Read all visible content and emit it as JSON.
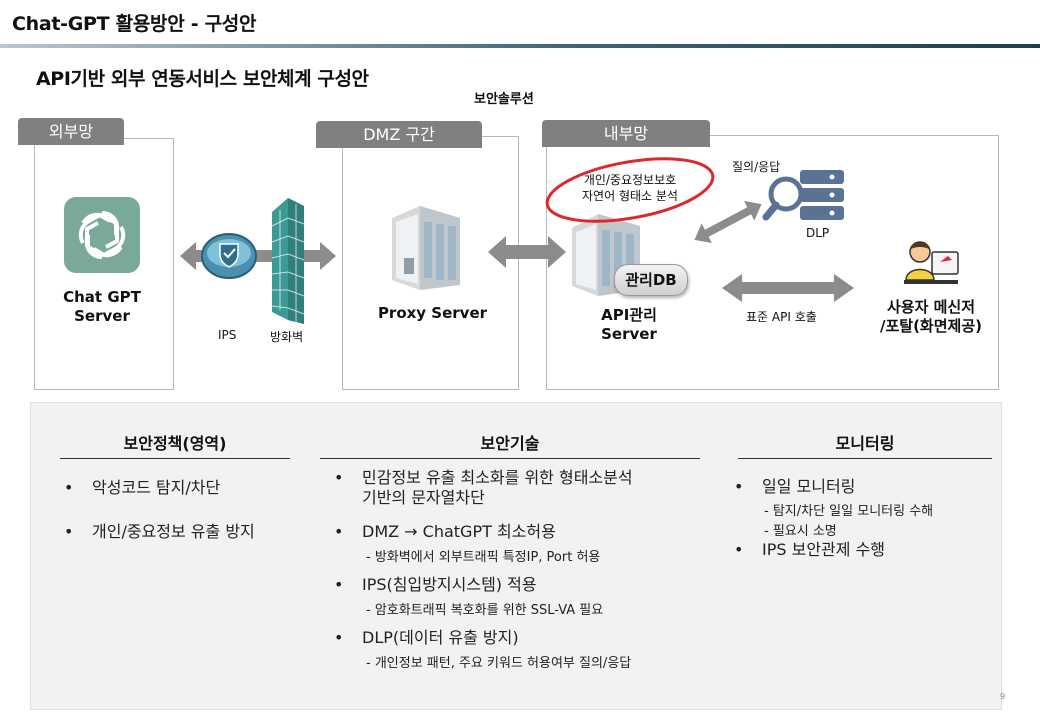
{
  "header": {
    "title": "Chat-GPT 활용방안  - 구성안",
    "subtitle": "API기반 외부 연동서비스 보안체계 구성안"
  },
  "diagram": {
    "solution_label": "보안솔루션",
    "zones": {
      "external": "외부망",
      "dmz": "DMZ 구간",
      "internal": "내부망"
    },
    "nodes": {
      "chatgpt_server": [
        "Chat GPT",
        "Server"
      ],
      "ips": "IPS",
      "firewall": "방화벽",
      "proxy_server": "Proxy Server",
      "api_server": [
        "API관리",
        "Server"
      ],
      "mgmt_db": "관리DB",
      "dlp": "DLP",
      "user": [
        "사용자 메신저",
        "/포탈(화면제공)"
      ]
    },
    "annotations": {
      "privacy_note": [
        "개인/중요정보보호",
        "자연어 형태소 분석"
      ],
      "query_response": "질의/응답",
      "std_api_call": "표준 API 호출"
    }
  },
  "columns": {
    "policy": {
      "header": "보안정책(영역)",
      "items": [
        "악성코드 탐지/차단",
        "개인/중요정보 유출 방지"
      ]
    },
    "tech": {
      "header": "보안기술",
      "items": [
        {
          "text": [
            "민감정보 유출 최소화를 위한 형태소분석",
            "기반의 문자열차단"
          ],
          "sub": ""
        },
        {
          "text": [
            "DMZ → ChatGPT 최소허용"
          ],
          "sub": "- 방화벽에서 외부트래픽 특정IP, Port 허용"
        },
        {
          "text": [
            "IPS(침입방지시스템) 적용"
          ],
          "sub": "- 암호화트래픽 복호화를 위한 SSL-VA 필요"
        },
        {
          "text": [
            "DLP(데이터 유출 방지)"
          ],
          "sub": "- 개인정보 패턴, 주요 키워드 허용여부 질의/응답"
        }
      ]
    },
    "monitoring": {
      "header": "모니터링",
      "items": [
        {
          "text": "일일 모니터링",
          "subs": [
            "- 탐지/차단 일일 모니터링 수해",
            "- 필요시 소명"
          ]
        },
        {
          "text": "IPS 보안관제 수행",
          "subs": []
        }
      ]
    }
  },
  "footer": {
    "page_number": "9"
  },
  "colors": {
    "tab_gray": "#808080",
    "arrow_gray": "#8c8c8c",
    "chatgpt_green": "#7aa99a",
    "firewall_teal": "#4ea9a4",
    "highlight_red": "#e0262b",
    "dlp_blue": "#5a7394",
    "panel_bg": "#f2f2f2"
  }
}
